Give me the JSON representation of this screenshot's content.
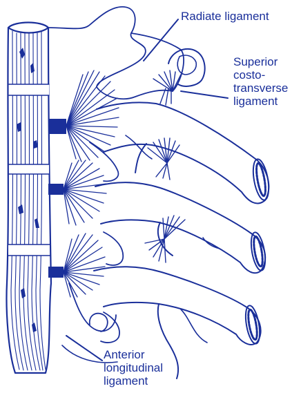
{
  "colors": {
    "ink": "#1a2f9a",
    "background": "#ffffff"
  },
  "labels": {
    "radiate": "Radiate ligament",
    "superior": "Superior\ncosto-\ntransverse\nligament",
    "anterior": "Anterior\nlongitudinal\nligament"
  }
}
